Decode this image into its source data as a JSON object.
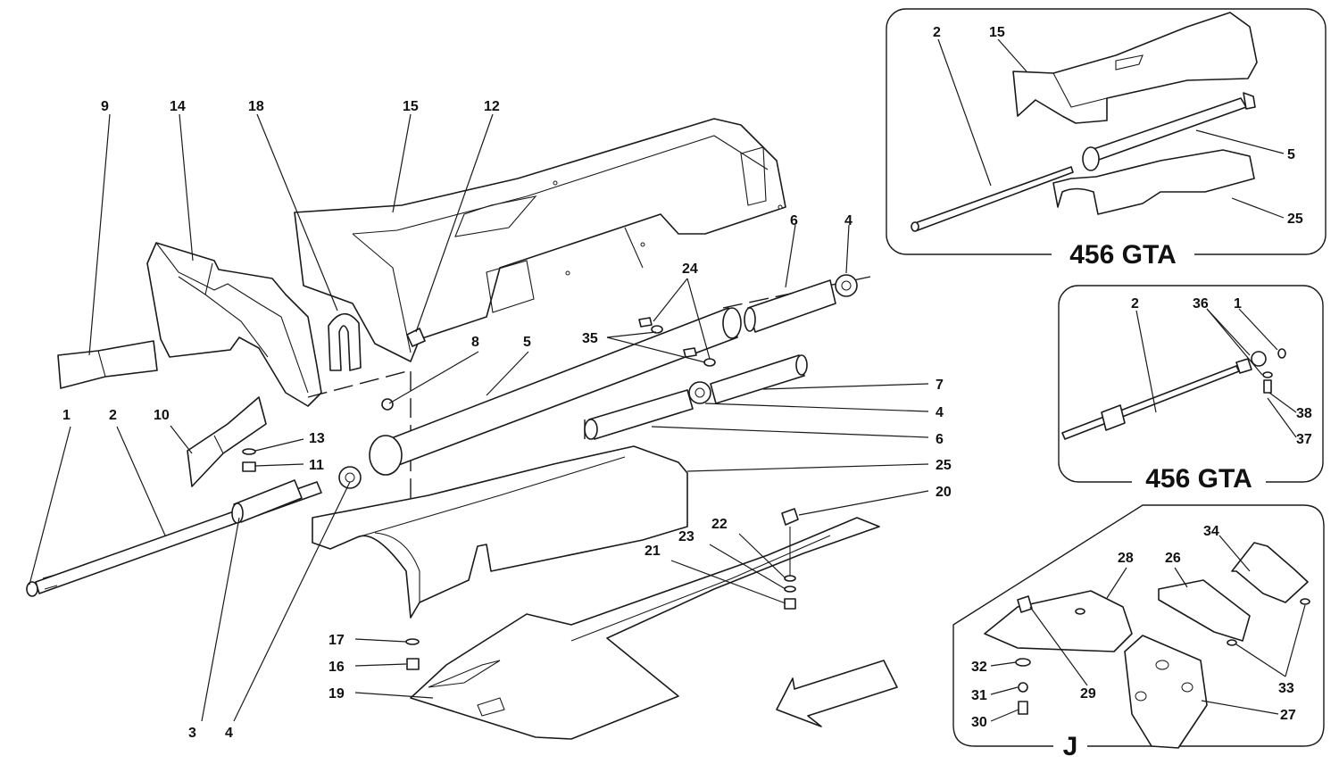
{
  "callouts_main": [
    "1",
    "2",
    "3",
    "4",
    "4",
    "4",
    "5",
    "6",
    "6",
    "7",
    "8",
    "9",
    "10",
    "11",
    "12",
    "13",
    "14",
    "15",
    "16",
    "17",
    "18",
    "19",
    "20",
    "21",
    "22",
    "23",
    "24",
    "25",
    "35"
  ],
  "inset_top": {
    "title": "456 GTA",
    "callouts": [
      "2",
      "15",
      "5",
      "25"
    ]
  },
  "inset_middle": {
    "title": "456 GTA",
    "callouts": [
      "2",
      "36",
      "1",
      "38",
      "37"
    ]
  },
  "inset_bottom": {
    "title": "J",
    "callouts": [
      "34",
      "28",
      "26",
      "29",
      "32",
      "31",
      "30",
      "27",
      "33"
    ]
  },
  "icons": {
    "direction_arrow": "arrow-icon"
  }
}
